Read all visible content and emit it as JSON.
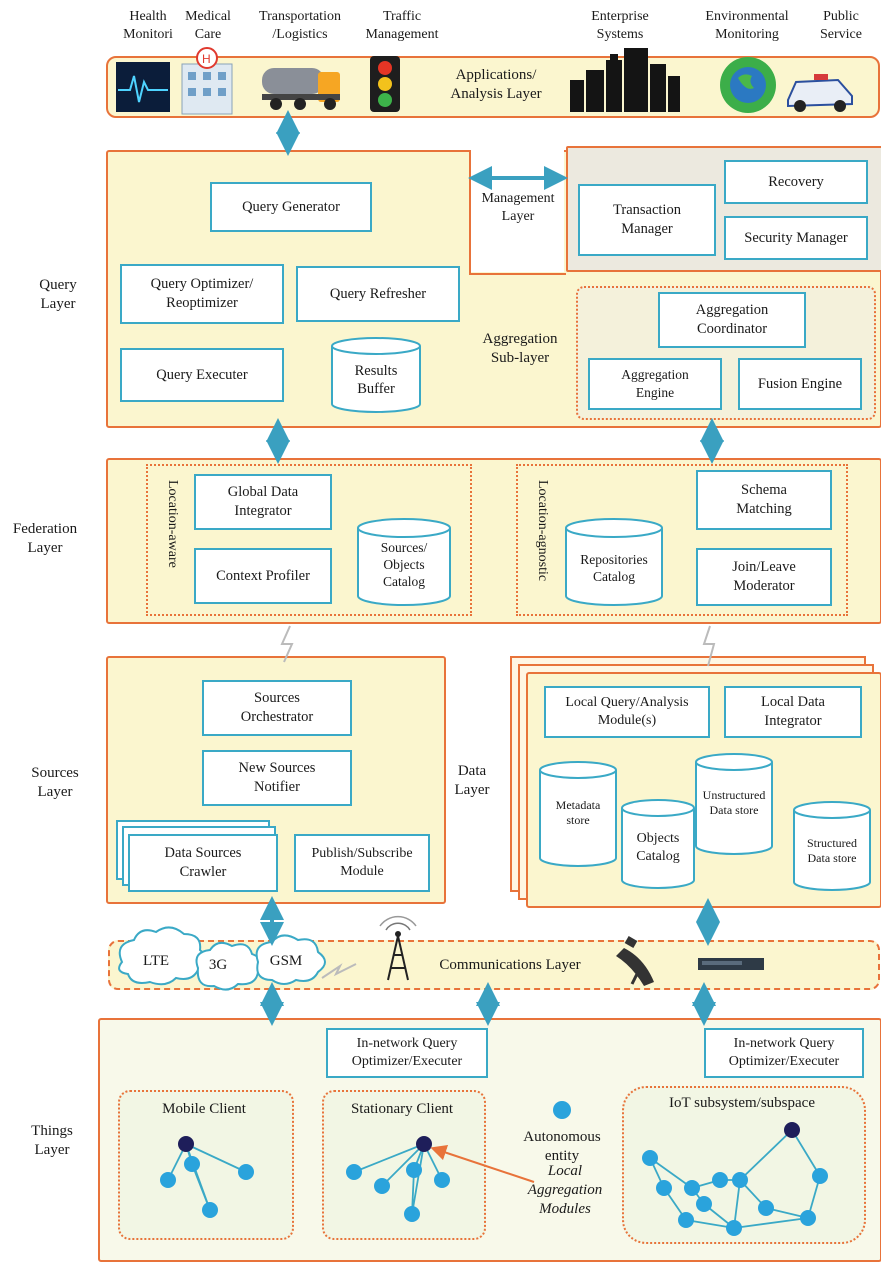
{
  "applications": {
    "items": [
      "Health\nMonitori",
      "Medical\nCare",
      "Transportation\n/Logistics",
      "Traffic\nManagement",
      "Enterprise\nSystems",
      "Environmental\nMonitoring",
      "Public\nService"
    ],
    "layer_label": "Applications/\nAnalysis Layer"
  },
  "query_layer": {
    "side_label": "Query\nLayer",
    "query_generator": "Query Generator",
    "query_optimizer": "Query Optimizer/\nReoptimizer",
    "query_refresher": "Query Refresher",
    "query_executer": "Query Executer",
    "results_buffer": "Results\nBuffer",
    "aggregation_label": "Aggregation\nSub-layer",
    "aggregation_coordinator": "Aggregation\nCoordinator",
    "aggregation_engine": "Aggregation\nEngine",
    "fusion_engine": "Fusion Engine"
  },
  "management": {
    "label": "Management\nLayer",
    "transaction_manager": "Transaction\nManager",
    "recovery": "Recovery",
    "security_manager": "Security Manager"
  },
  "federation_layer": {
    "side_label": "Federation\nLayer",
    "location_aware": "Location-aware",
    "global_data_integrator": "Global Data\nIntegrator",
    "context_profiler": "Context Profiler",
    "sources_catalog": "Sources/\nObjects\nCatalog",
    "location_agnostic": "Location-agnostic",
    "repositories_catalog": "Repositories\nCatalog",
    "schema_matching": "Schema\nMatching",
    "join_leave": "Join/Leave\nModerator"
  },
  "sources_layer": {
    "side_label": "Sources\nLayer",
    "orchestrator": "Sources\nOrchestrator",
    "notifier": "New Sources\nNotifier",
    "crawler": "Data Sources\nCrawler",
    "publish": "Publish/Subscribe\nModule"
  },
  "data_layer": {
    "side_label": "Data\nLayer",
    "local_query": "Local Query/Analysis\nModule(s)",
    "local_integrator": "Local Data\nIntegrator",
    "metadata": "Metadata\nstore",
    "objects_catalog": "Objects\nCatalog",
    "unstructured": "Unstructured\nData store",
    "structured": "Structured\nData store"
  },
  "communications": {
    "label": "Communications Layer",
    "clouds": [
      "LTE",
      "3G",
      "GSM"
    ]
  },
  "things_layer": {
    "side_label": "Things\nLayer",
    "optimizer_1": "In-network Query\nOptimizer/Executer",
    "optimizer_2": "In-network Query\nOptimizer/Executer",
    "mobile_client": "Mobile Client",
    "stationary_client": "Stationary Client",
    "autonomous": "Autonomous\nentity",
    "iot_subsystem": "IoT subsystem/subspace",
    "local_aggregation": "Local\nAggregation\nModules"
  },
  "colors": {
    "layer_fill": "#fbf6cf",
    "layer_border": "#e8733a",
    "box_border": "#3aa9c6",
    "node": "#2aa3dc",
    "head_node": "#1e1e5a",
    "arrow": "#3aa0c0",
    "management_fill": "#ece9df"
  }
}
